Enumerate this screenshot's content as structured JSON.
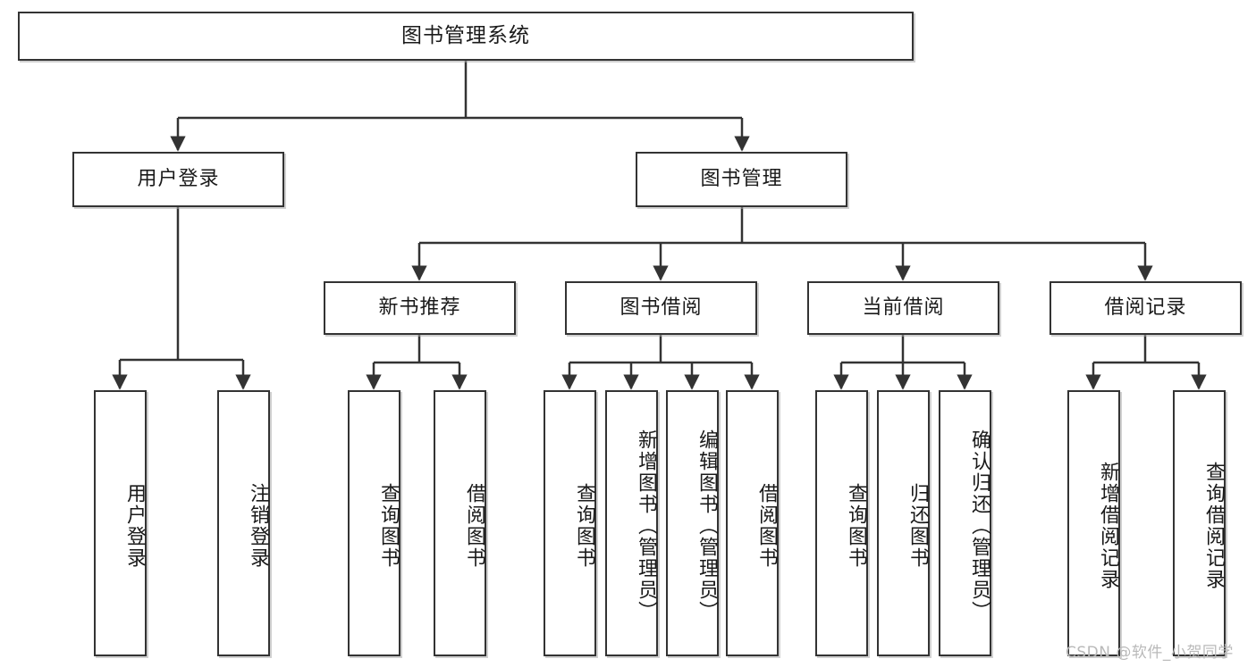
{
  "diagram": {
    "title": "图书管理系统",
    "type": "tree-hierarchy-diagram",
    "watermark": "CSDN @软件_小贺同学",
    "colors": {
      "box_border": "#333333",
      "box_fill": "#ffffff",
      "edge": "#333333",
      "text": "#1a1a1a",
      "watermark": "#b9b9b9",
      "background": "#ffffff"
    },
    "root": {
      "label": "图书管理系统"
    },
    "level2": [
      {
        "label": "用户登录"
      },
      {
        "label": "图书管理"
      }
    ],
    "level3": [
      {
        "label": "新书推荐"
      },
      {
        "label": "图书借阅"
      },
      {
        "label": "当前借阅"
      },
      {
        "label": "借阅记录"
      }
    ],
    "leaves_user_login": [
      {
        "label": "用户登录"
      },
      {
        "label": "注销登录"
      }
    ],
    "leaves_new_books": [
      {
        "label": "查询图书"
      },
      {
        "label": "借阅图书"
      }
    ],
    "leaves_borrow": [
      {
        "label": "查询图书"
      },
      {
        "label": "新增图书（管理员）"
      },
      {
        "label": "编辑图书（管理员）"
      },
      {
        "label": "借阅图书"
      }
    ],
    "leaves_current": [
      {
        "label": "查询图书"
      },
      {
        "label": "归还图书"
      },
      {
        "label": "确认归还（管理员）"
      }
    ],
    "leaves_records": [
      {
        "label": "新增借阅记录"
      },
      {
        "label": "查询借阅记录"
      }
    ]
  }
}
